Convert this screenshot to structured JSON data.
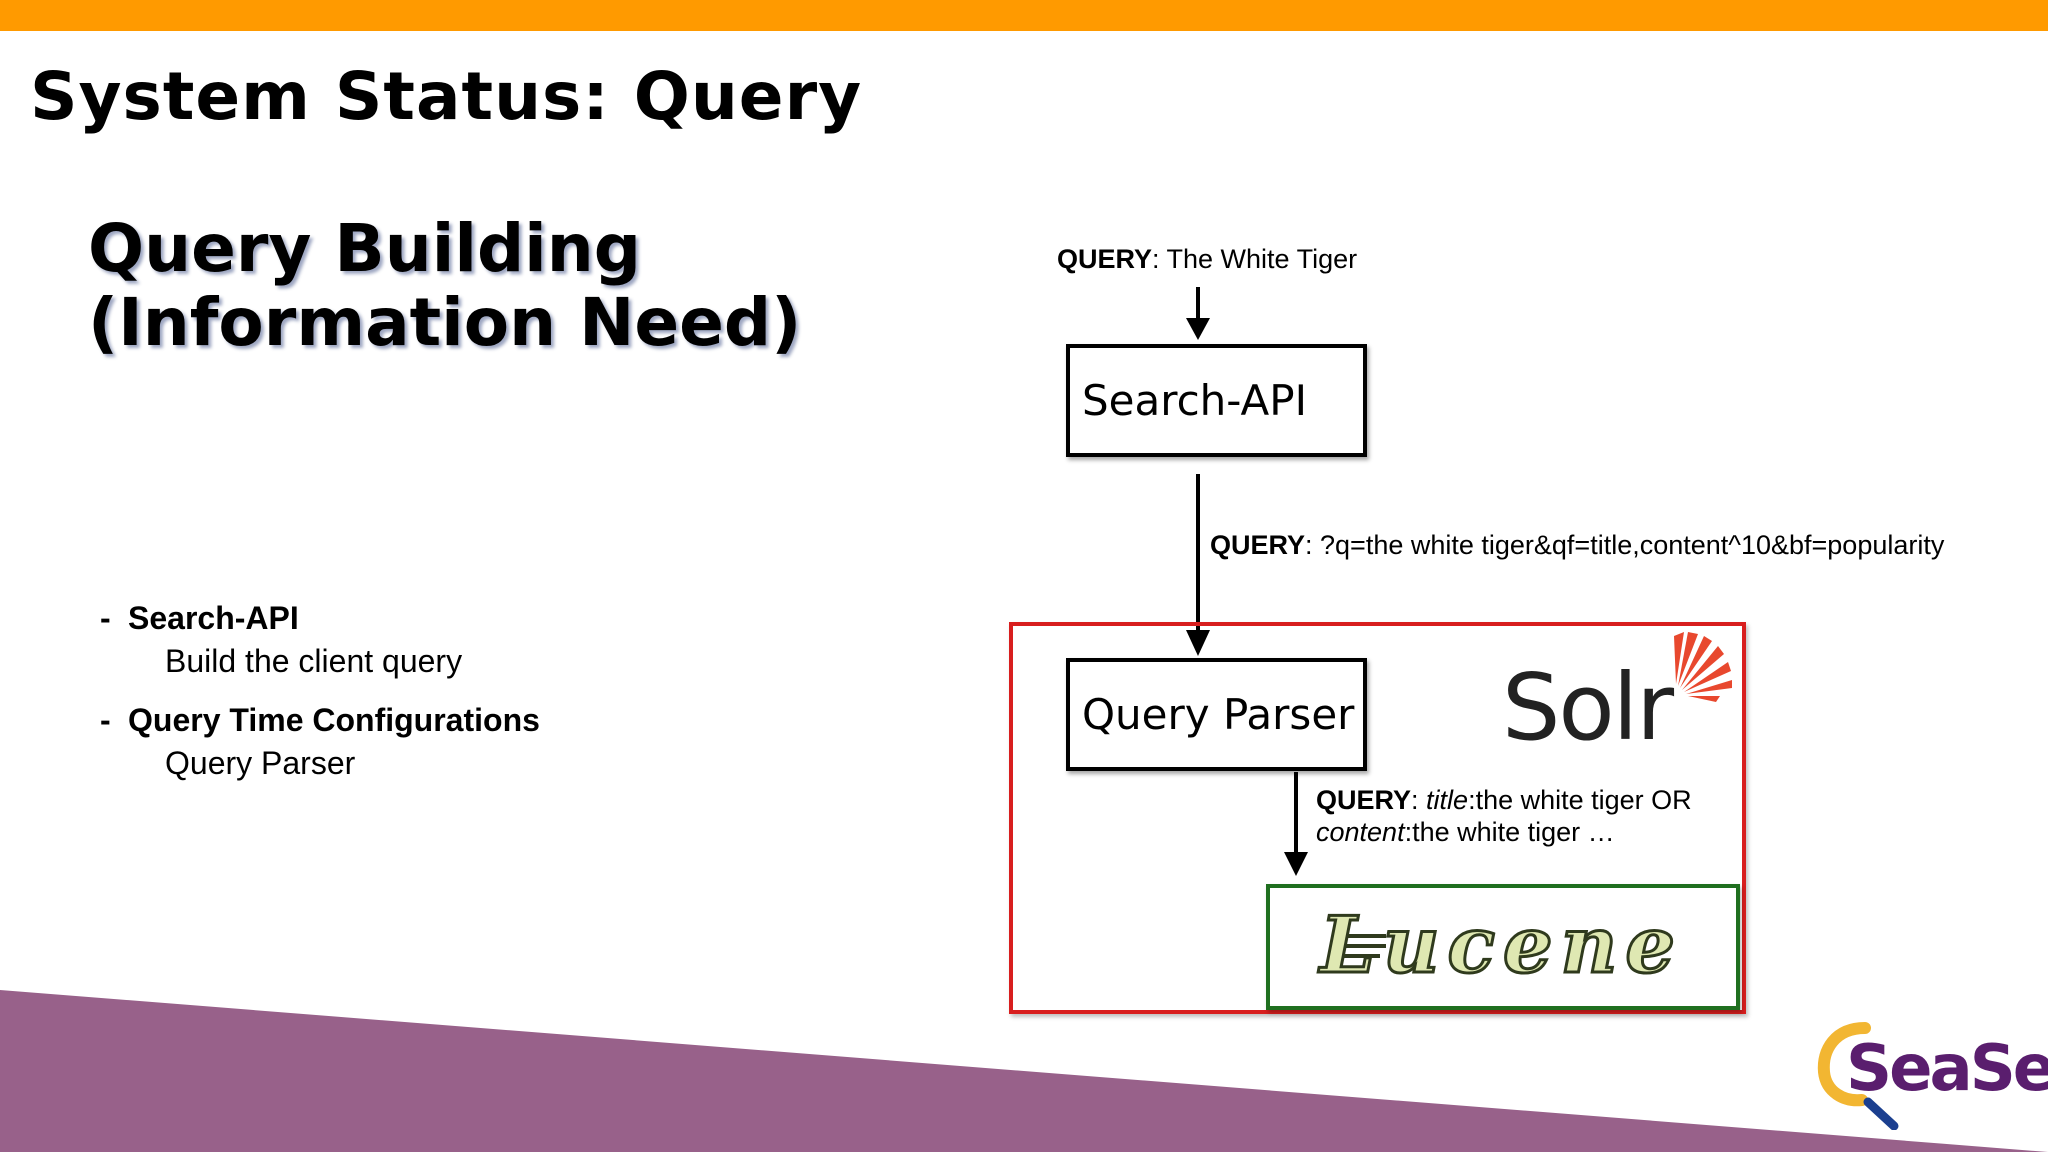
{
  "slide": {
    "title": "System Status: Query",
    "subtitle_line1": "Query Building",
    "subtitle_line2": "(Information Need)"
  },
  "bullets": [
    {
      "dash": "-",
      "title": "Search-API",
      "description": "Build the client query"
    },
    {
      "dash": "-",
      "title": "Query Time Configurations",
      "description": "Query Parser"
    }
  ],
  "diagram": {
    "query1_key": "QUERY",
    "query1_value": ": The White Tiger",
    "box1_label": "Search-API",
    "query2_key": "QUERY",
    "query2_value": ": ?q=the white tiger&qf=title,content^10&bf=popularity",
    "box2_label": "Query Parser",
    "solr_logo_text": "Solr",
    "query3_key": "QUERY",
    "query3_sep": ": ",
    "query3_field1": "title",
    "query3_part1": ":the white tiger OR",
    "query3_field2": "content",
    "query3_part2": ":the white tiger …",
    "lucene_logo_text": "Lucene"
  },
  "branding": {
    "logo_text": "SeaSe"
  },
  "colors": {
    "top_bar": "#FF9A00",
    "purple_band": "#98618A",
    "red_frame": "#D81E1E",
    "green_frame": "#1F6F1F",
    "solr_orange": "#E8482E",
    "sease_purple": "#5A1E6E",
    "sease_gold": "#F2B632",
    "sease_blue": "#1B3F8F"
  }
}
